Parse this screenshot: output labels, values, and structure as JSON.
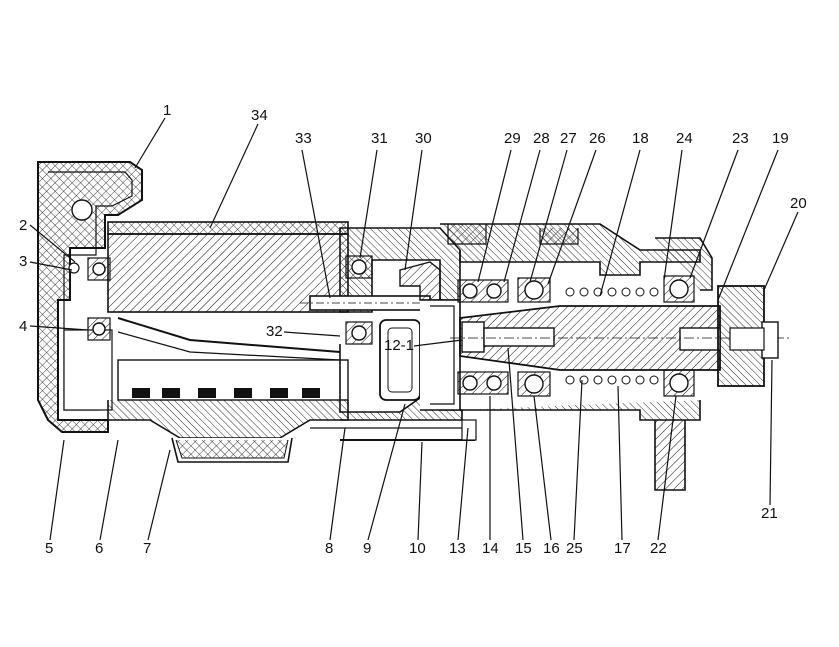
{
  "diagram": {
    "callouts": [
      {
        "id": "c1",
        "label": "1"
      },
      {
        "id": "c2",
        "label": "2"
      },
      {
        "id": "c3",
        "label": "3"
      },
      {
        "id": "c4",
        "label": "4"
      },
      {
        "id": "c5",
        "label": "5"
      },
      {
        "id": "c6",
        "label": "6"
      },
      {
        "id": "c7",
        "label": "7"
      },
      {
        "id": "c8",
        "label": "8"
      },
      {
        "id": "c9",
        "label": "9"
      },
      {
        "id": "c10",
        "label": "10"
      },
      {
        "id": "c12-1",
        "label": "12-1"
      },
      {
        "id": "c13",
        "label": "13"
      },
      {
        "id": "c14",
        "label": "14"
      },
      {
        "id": "c15",
        "label": "15"
      },
      {
        "id": "c16",
        "label": "16"
      },
      {
        "id": "c17",
        "label": "17"
      },
      {
        "id": "c18",
        "label": "18"
      },
      {
        "id": "c19",
        "label": "19"
      },
      {
        "id": "c20",
        "label": "20"
      },
      {
        "id": "c21",
        "label": "21"
      },
      {
        "id": "c22",
        "label": "22"
      },
      {
        "id": "c23",
        "label": "23"
      },
      {
        "id": "c24",
        "label": "24"
      },
      {
        "id": "c25",
        "label": "25"
      },
      {
        "id": "c26",
        "label": "26"
      },
      {
        "id": "c27",
        "label": "27"
      },
      {
        "id": "c28",
        "label": "28"
      },
      {
        "id": "c29",
        "label": "29"
      },
      {
        "id": "c30",
        "label": "30"
      },
      {
        "id": "c31",
        "label": "31"
      },
      {
        "id": "c32",
        "label": "32"
      },
      {
        "id": "c33",
        "label": "33"
      },
      {
        "id": "c34",
        "label": "34"
      }
    ]
  }
}
